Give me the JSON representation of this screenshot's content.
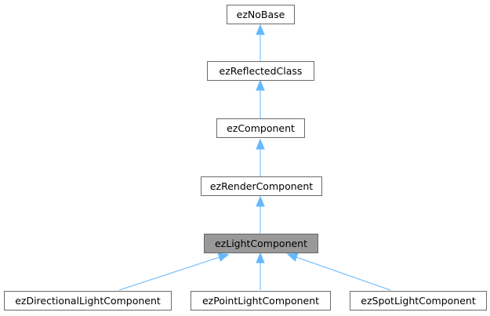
{
  "diagram": {
    "nodes": {
      "no_base": "ezNoBase",
      "reflected_class": "ezReflectedClass",
      "component": "ezComponent",
      "render_component": "ezRenderComponent",
      "light_component": "ezLightComponent",
      "directional_light": "ezDirectionalLightComponent",
      "point_light": "ezPointLightComponent",
      "spot_light": "ezSpotLightComponent"
    },
    "current_node": "light_component",
    "edge_color": "#63b8ff",
    "highlight_fill": "#999999"
  }
}
